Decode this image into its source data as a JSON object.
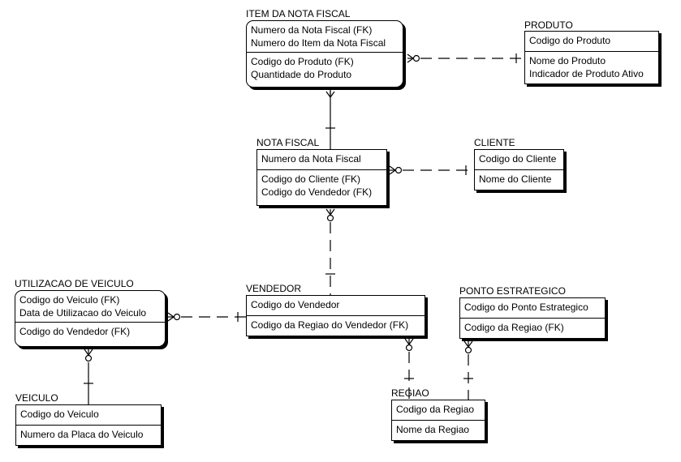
{
  "entities": {
    "item_nota_fiscal": {
      "title": "ITEM DA NOTA FISCAL",
      "key": [
        "Numero da Nota Fiscal (FK)",
        "Numero do Item da Nota Fiscal"
      ],
      "attrs": [
        "Codigo do Produto (FK)",
        "Quantidade do Produto"
      ]
    },
    "produto": {
      "title": "PRODUTO",
      "key": [
        "Codigo do Produto"
      ],
      "attrs": [
        "Nome do Produto",
        "Indicador de Produto Ativo"
      ]
    },
    "nota_fiscal": {
      "title": "NOTA FISCAL",
      "key": [
        "Numero da Nota Fiscal"
      ],
      "attrs": [
        "Codigo do Cliente (FK)",
        "Codigo do Vendedor (FK)"
      ]
    },
    "cliente": {
      "title": "CLIENTE",
      "key": [
        "Codigo do Cliente"
      ],
      "attrs": [
        "Nome do Cliente"
      ]
    },
    "utilizacao_veiculo": {
      "title": "UTILIZACAO DE VEICULO",
      "key": [
        "Codigo do Veiculo (FK)",
        "Data de Utilizacao do Veiculo"
      ],
      "attrs": [
        "Codigo do Vendedor (FK)"
      ]
    },
    "vendedor": {
      "title": "VENDEDOR",
      "key": [
        "Codigo do Vendedor"
      ],
      "attrs": [
        "Codigo da Regiao do Vendedor (FK)"
      ]
    },
    "ponto_estrategico": {
      "title": "PONTO ESTRATEGICO",
      "key": [
        "Codigo do Ponto Estrategico"
      ],
      "attrs": [
        "Codigo da Regiao (FK)"
      ]
    },
    "veiculo": {
      "title": "VEICULO",
      "key": [
        "Codigo do Veiculo"
      ],
      "attrs": [
        "Numero da Placa do Veiculo"
      ]
    },
    "regiao": {
      "title": "REGIAO",
      "key": [
        "Codigo da Regiao"
      ],
      "attrs": [
        "Nome da Regiao"
      ]
    }
  }
}
